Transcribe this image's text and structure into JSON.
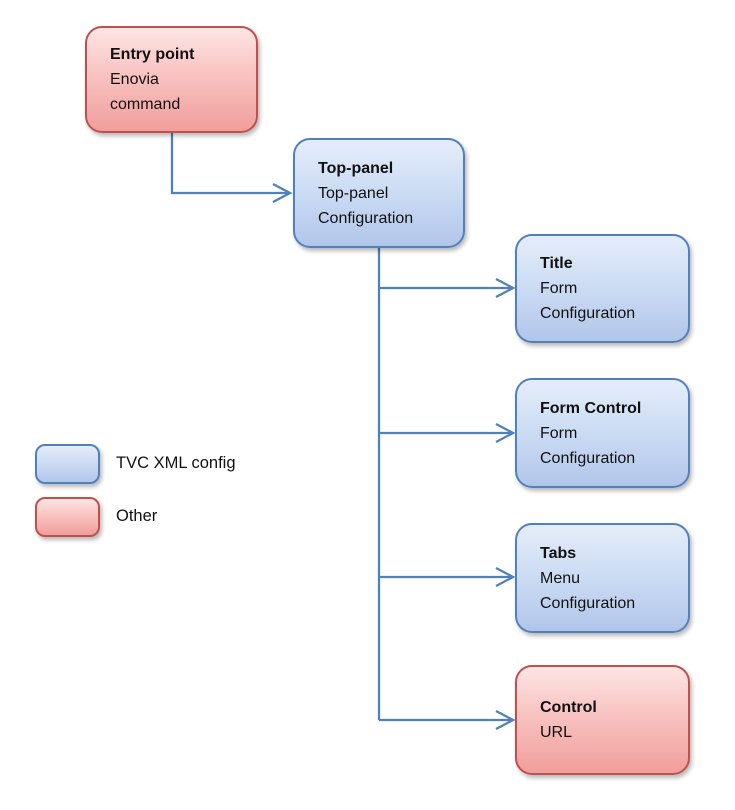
{
  "colors": {
    "accent_blue": "#4f81bd",
    "accent_red": "#c0504d"
  },
  "diagram": {
    "nodes": [
      {
        "title": "Entry point",
        "lines": [
          "Enovia",
          "command"
        ],
        "type": "other"
      },
      {
        "title": "Top-panel",
        "lines": [
          "Top-panel",
          "Configuration"
        ],
        "type": "tvc"
      },
      {
        "title": "Title",
        "lines": [
          "Form",
          "Configuration"
        ],
        "type": "tvc"
      },
      {
        "title": "Form Control",
        "lines": [
          "Form",
          "Configuration"
        ],
        "type": "tvc"
      },
      {
        "title": "Tabs",
        "lines": [
          "Menu",
          "Configuration"
        ],
        "type": "tvc"
      },
      {
        "title": "Control",
        "lines": [
          "URL"
        ],
        "type": "other"
      }
    ],
    "legend": [
      {
        "label": "TVC XML config",
        "swatch": "blue"
      },
      {
        "label": "Other",
        "swatch": "red"
      }
    ]
  }
}
